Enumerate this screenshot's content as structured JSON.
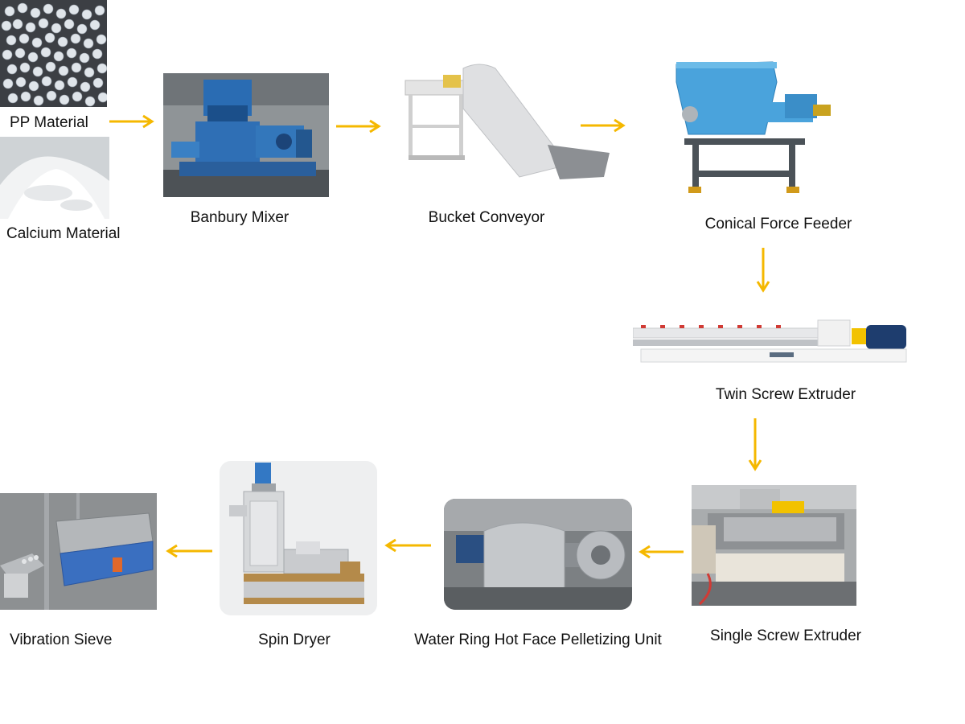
{
  "steps": {
    "pp_material": "PP Material",
    "calcium_material": "Calcium Material",
    "banbury_mixer": "Banbury Mixer",
    "bucket_conveyor": "Bucket Conveyor",
    "conical_force_feeder": "Conical Force Feeder",
    "twin_screw_extruder": "Twin Screw Extruder",
    "single_screw_extruder": "Single Screw Extruder",
    "water_ring_pelletizing": "Water Ring Hot Face Pelletizing Unit",
    "spin_dryer": "Spin Dryer",
    "vibration_sieve": "Vibration Sieve"
  },
  "colors": {
    "arrow": "#f5b800",
    "machine_blue": "#2f6fb5",
    "feeder_blue": "#4aa3dc",
    "steel": "#b9bcc0",
    "accent_yellow": "#f2c200"
  },
  "icons": {
    "pp_material": "pellets-photo",
    "calcium_material": "powder-photo",
    "banbury_mixer": "mixer-machine-photo",
    "bucket_conveyor": "conveyor-photo",
    "conical_force_feeder": "feeder-photo",
    "twin_screw_extruder": "extruder-photo",
    "single_screw_extruder": "single-extruder-photo",
    "water_ring_pelletizing": "pelletizer-photo",
    "spin_dryer": "dryer-photo",
    "vibration_sieve": "sieve-photo"
  }
}
